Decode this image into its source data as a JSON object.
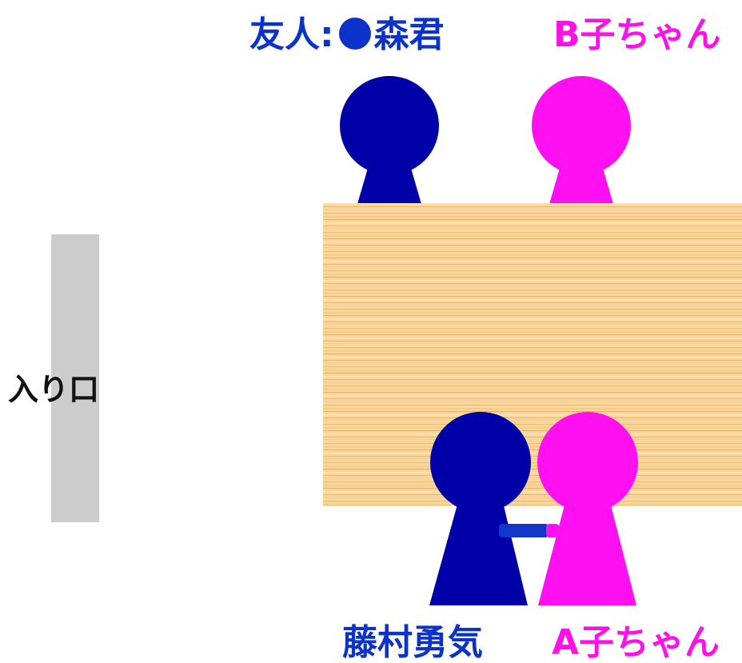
{
  "entrance": {
    "label": "入り口"
  },
  "friend": {
    "prefix": "友人:",
    "name": "森君"
  },
  "b_girl": {
    "label": "B子ちゃん"
  },
  "main_character": {
    "label": "藤村勇気"
  },
  "a_girl": {
    "label": "A子ちゃん"
  },
  "colors": {
    "male": "#0000a8",
    "female": "#ff10f0",
    "male_label": "#0b32c9",
    "female_label": "#ff10e8",
    "table_base": "#f6d39a",
    "table_line": "#e9b566",
    "door": "#cccccc",
    "hand_male": "#1136cc",
    "hand_female": "#ff10f0"
  }
}
